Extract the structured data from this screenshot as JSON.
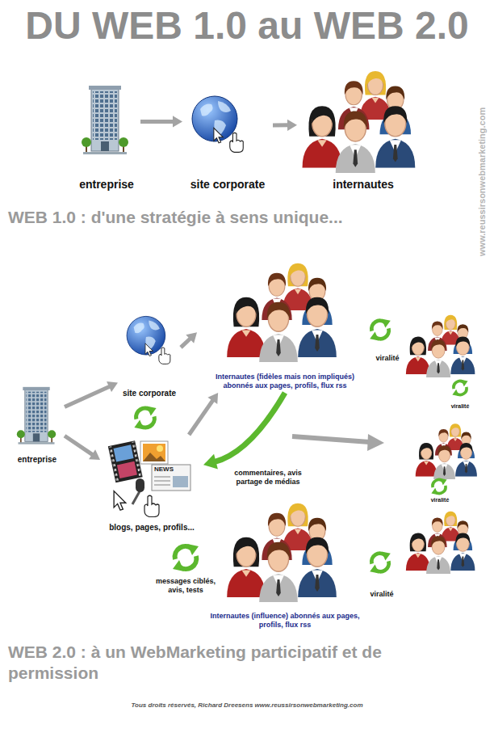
{
  "diagram": {
    "title": "DU WEB 1.0 au WEB 2.0",
    "nodes": [
      {
        "text": [
          "entreprise"
        ]
      },
      {
        "text": [
          "site corporate"
        ]
      },
      {
        "text": [
          "internautes"
        ]
      },
      {
        "text": [
          "entreprise"
        ]
      },
      {
        "text": [
          "site corporate"
        ]
      },
      {
        "text": [
          "Internautes (fidèles mais non impliqués) abonnés aux pages, profils, flux rss"
        ]
      },
      {
        "text": [
          "blogs, pages, profils..."
        ]
      },
      {
        "text": [
          "Internautes (influence) abonnés aux pages, profils, flux rss"
        ]
      }
    ],
    "edges": [
      {
        "from": 0,
        "to": 1,
        "arrow": "to"
      },
      {
        "from": 1,
        "to": 2,
        "arrow": "to"
      },
      {
        "from": 3,
        "to": 4,
        "arrow": "to"
      },
      {
        "from": 3,
        "to": 6,
        "arrow": "to"
      },
      {
        "from": 4,
        "to": 5,
        "arrow": "to"
      },
      {
        "from": 6,
        "to": 5,
        "arrow": "to"
      },
      {
        "from": 5,
        "to": 6,
        "arrow": "to",
        "label": "commentaires, avis partage de médias"
      }
    ],
    "labels": [
      "WEB 1.0 : d'une stratégie à sens unique...",
      "viralité",
      "viralité",
      "viralité",
      "messages ciblés, avis, tests",
      "viralité",
      "NEWS",
      "www.reussirsonwebmarketing.com",
      "WEB 2.0 : à un WebMarketing participatif et de permission",
      "Tous droits réservés, Richard Dreesens www.reussirsonwebmarketing.com"
    ]
  }
}
